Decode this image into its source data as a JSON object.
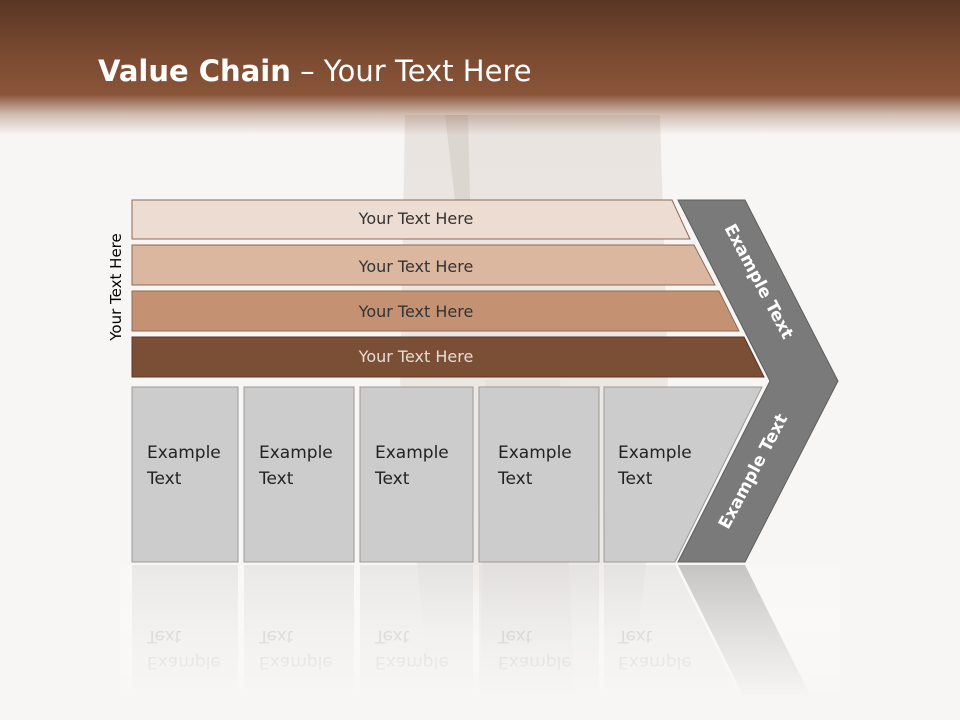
{
  "title": {
    "bold": "Value Chain",
    "rest": " – Your Text Here"
  },
  "vertical_label": "Your Text Here",
  "bars": [
    "Your Text Here",
    "Your Text Here",
    "Your Text Here",
    "Your Text Here"
  ],
  "boxes": [
    [
      "Example",
      "Text"
    ],
    [
      "Example",
      "Text"
    ],
    [
      "Example",
      "Text"
    ],
    [
      "Example",
      "Text"
    ],
    [
      "Example",
      "Text"
    ]
  ],
  "margin": [
    "Example Text",
    "Example Text"
  ],
  "colors": {
    "header": "#7a4a31",
    "bar1": "#ecdcd2",
    "bar2": "#dbb7a0",
    "bar3": "#c59173",
    "bar4": "#7b4e36",
    "boxes": "#cccccc",
    "chevron": "#7a7a7a"
  }
}
